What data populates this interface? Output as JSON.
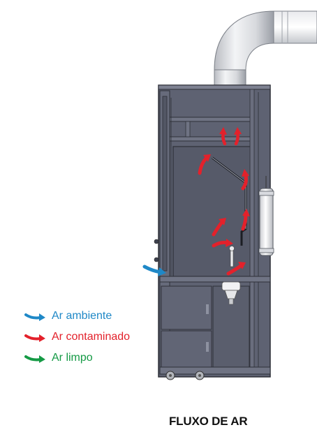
{
  "colors": {
    "ambient": "#1f88c7",
    "contaminated": "#e3212b",
    "clean": "#159a45",
    "cabinet": "#5e6272",
    "cabinet_dark": "#3a3d4a"
  },
  "legend": [
    {
      "label": "Ar ambiente",
      "color": "#1f88c7",
      "icon": "blue-curved-arrow-icon"
    },
    {
      "label": "Ar contaminado",
      "color": "#e3212b",
      "icon": "red-curved-arrow-icon"
    },
    {
      "label": "Ar limpo",
      "color": "#159a45",
      "icon": "green-curved-arrow-icon"
    }
  ],
  "caption": "FLUXO DE AR"
}
